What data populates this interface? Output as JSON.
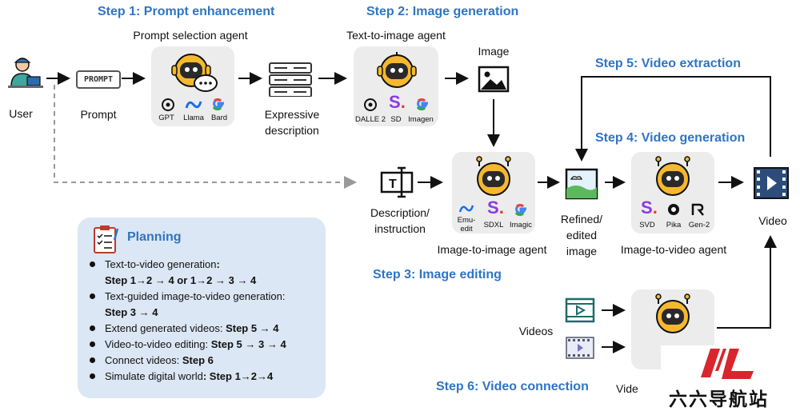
{
  "steps": {
    "s1": "Step 1: Prompt enhancement",
    "s2": "Step 2: Image generation",
    "s3": "Step 3: Image editing",
    "s4": "Step 4: Video generation",
    "s5": "Step 5: Video extraction",
    "s6": "Step 6: Video connection"
  },
  "nodes": {
    "user": "User",
    "prompt_tag": "PROMPT",
    "prompt": "Prompt",
    "prompt_agent": "Prompt selection agent",
    "expressive_1": "Expressive",
    "expressive_2": "description",
    "t2i_agent": "Text-to-image agent",
    "image": "Image",
    "desc_1": "Description/",
    "desc_2": "instruction",
    "i2i_agent": "Image-to-image agent",
    "refined_1": "Refined/",
    "refined_2": "edited",
    "refined_3": "image",
    "i2v_agent": "Image-to-video agent",
    "video": "Video",
    "videos": "Videos",
    "vc_partial": "Vide"
  },
  "models": {
    "gpt": "GPT",
    "llama": "Llama",
    "bard": "Bard",
    "dalle": "DALLE 2",
    "sd": "SD",
    "imagen": "Imagen",
    "emu_1": "Emu-",
    "emu_2": "edit",
    "sdxl": "SDXL",
    "imagic": "Imagic",
    "svd": "SVD",
    "pika": "Pika",
    "gen2": "Gen-2"
  },
  "planning": {
    "title": "Planning",
    "items": [
      {
        "text": "Text-to-video generation",
        "bold": ":"
      },
      {
        "text": "",
        "bold": "Step 1→2 → 4  or 1→2 → 3 → 4"
      },
      {
        "text": "Text-guided image-to-video generation:",
        "bold": ""
      },
      {
        "text": "",
        "bold": "Step 3 → 4"
      },
      {
        "text": "Extend generated videos:  ",
        "bold": "Step 5 → 4"
      },
      {
        "text": "Video-to-video editing:  ",
        "bold": "Step 5 → 3 → 4"
      },
      {
        "text": "Connect videos: ",
        "bold": "Step 6"
      },
      {
        "text": "Simulate digital world",
        "bold": ": Step 1→2→4"
      }
    ]
  },
  "watermark": "六六导航站",
  "colors": {
    "step_blue": "#2f75c4",
    "card_grey": "#ececec",
    "planning_bg": "#dbe7f4",
    "robot_yellow": "#f5b82e",
    "watermark_red": "#d8262c"
  }
}
